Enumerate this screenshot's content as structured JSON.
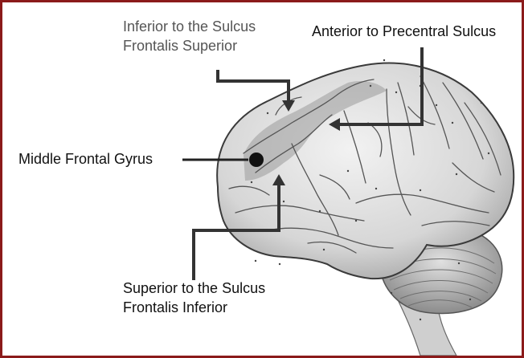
{
  "labels": {
    "inferior_superior_line1": "Inferior to the Sulcus",
    "inferior_superior_line2": "Frontalis Superior",
    "anterior_precentral": "Anterior to Precentral Sulcus",
    "middle_frontal_gyrus": "Middle Frontal Gyrus",
    "superior_inferior_line1": "Superior to the Sulcus",
    "superior_inferior_line2": "Frontalis Inferior"
  },
  "colors": {
    "frame": "#8b1a1a",
    "pointer": "#333333",
    "highlight": "#777777",
    "brain_fill": "#dcdcdc",
    "cerebellum_fill": "#c8c8c8"
  },
  "icons": {
    "marker": "dot-marker-icon",
    "arrow": "arrowhead-icon"
  }
}
